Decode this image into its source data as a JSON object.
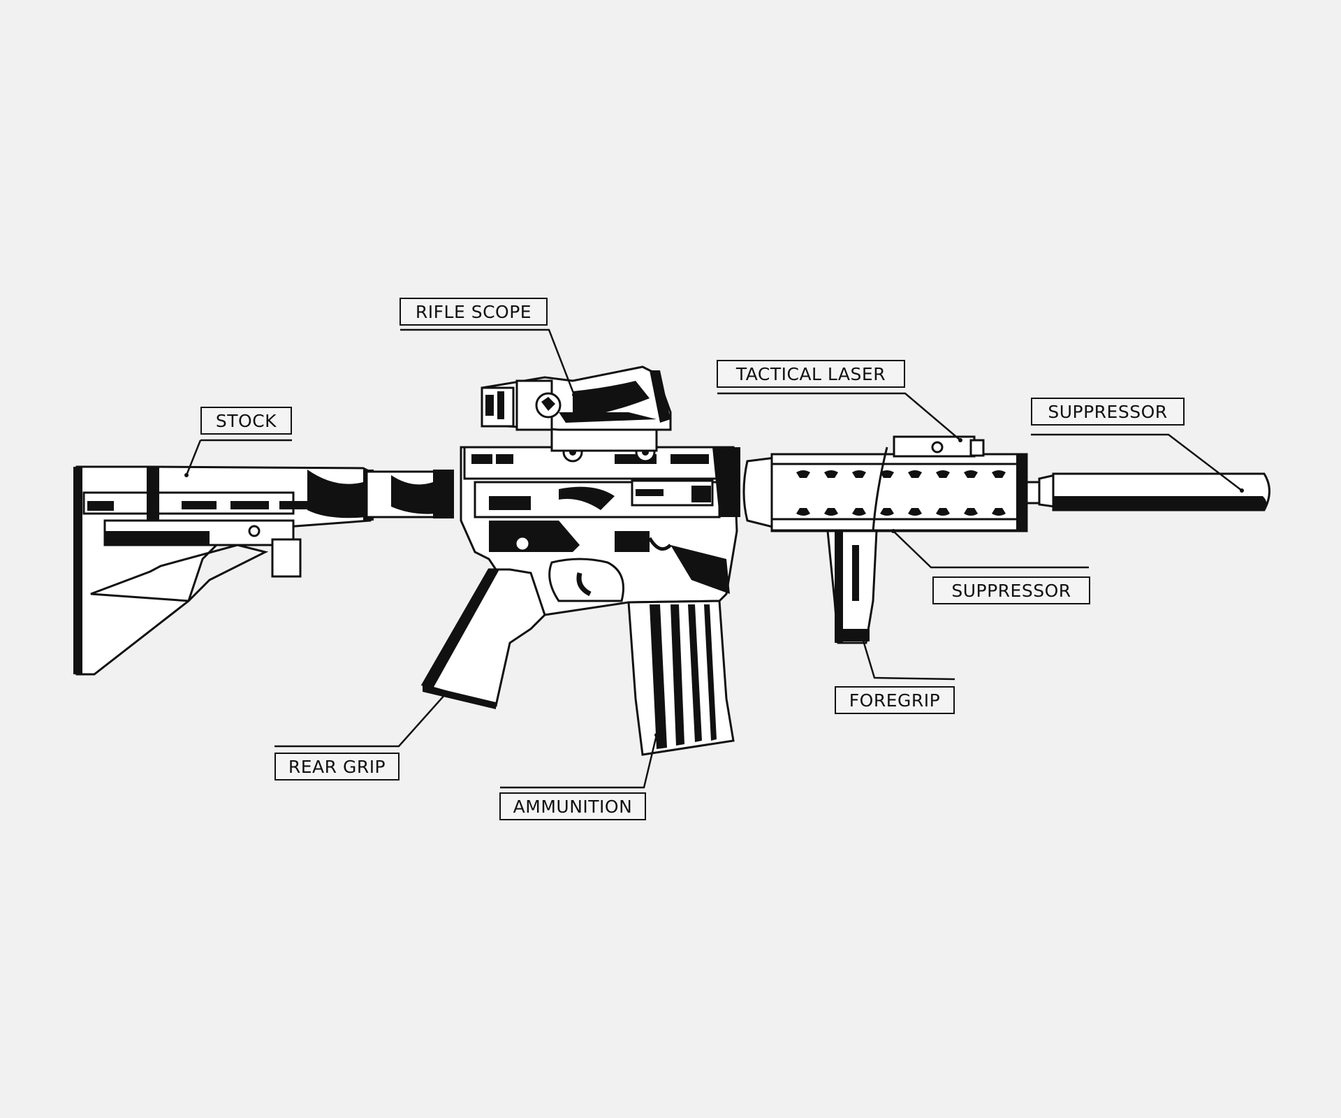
{
  "colors": {
    "background": "#f1f1f1",
    "ink": "#111111",
    "paper": "#ffffff"
  },
  "labels": {
    "rifle_scope": "RIFLE SCOPE",
    "stock": "STOCK",
    "tactical_laser": "TACTICAL LASER",
    "suppressor_top": "SUPPRESSOR",
    "suppressor_bottom": "SUPPRESSOR",
    "foregrip": "FOREGRIP",
    "rear_grip": "REAR GRIP",
    "ammunition": "AMMUNITION"
  }
}
